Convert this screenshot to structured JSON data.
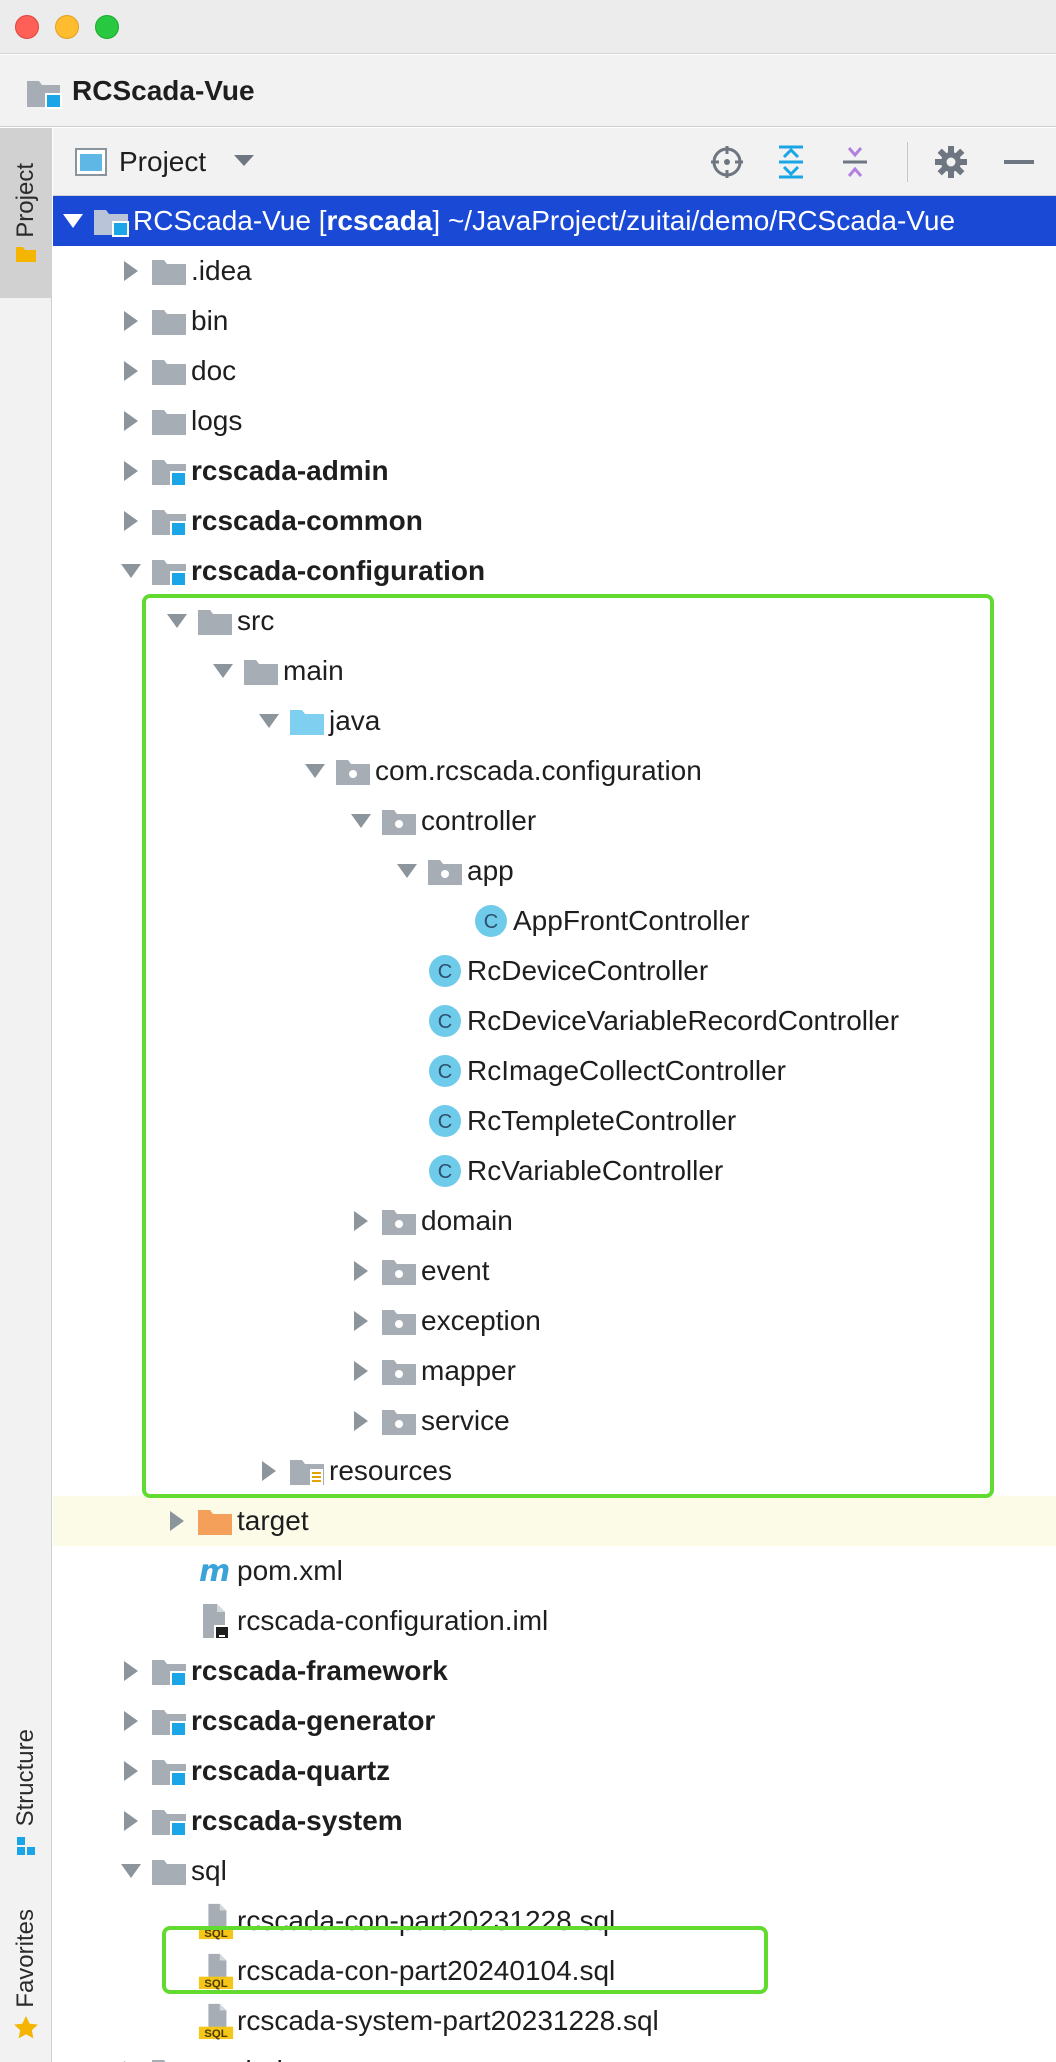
{
  "window": {
    "project_name": "RCScada-Vue"
  },
  "left_strip": {
    "project_tab": "Project",
    "structure_tab": "Structure",
    "favorites_tab": "Favorites"
  },
  "tool_window": {
    "view_title": "Project",
    "tools": [
      "select-opened-file",
      "expand-all",
      "collapse-all",
      "settings",
      "hide"
    ]
  },
  "colors": {
    "selection": "#1a49d6",
    "highlight": "#62db31",
    "folder": "#a6adb4",
    "source_folder": "#7fcff0",
    "excluded_folder": "#f5a05a",
    "class_icon": "#6fcbea"
  },
  "tree": {
    "root": {
      "name": "RCScada-Vue",
      "module": "rcscada",
      "path": "~/JavaProject/zuitai/demo/RCScada-Vue"
    },
    "items": [
      {
        "label": "",
        "level": 0,
        "toggle": "open",
        "icon": "module",
        "selected": true
      },
      {
        "label": ".idea",
        "level": 1,
        "toggle": "closed",
        "icon": "folder"
      },
      {
        "label": "bin",
        "level": 1,
        "toggle": "closed",
        "icon": "folder"
      },
      {
        "label": "doc",
        "level": 1,
        "toggle": "closed",
        "icon": "folder"
      },
      {
        "label": "logs",
        "level": 1,
        "toggle": "closed",
        "icon": "folder"
      },
      {
        "label": "rcscada-admin",
        "level": 1,
        "toggle": "closed",
        "icon": "module",
        "bold": true
      },
      {
        "label": "rcscada-common",
        "level": 1,
        "toggle": "closed",
        "icon": "module",
        "bold": true
      },
      {
        "label": "rcscada-configuration",
        "level": 1,
        "toggle": "open",
        "icon": "module",
        "bold": true
      },
      {
        "label": "src",
        "level": 2,
        "toggle": "open",
        "icon": "folder"
      },
      {
        "label": "main",
        "level": 3,
        "toggle": "open",
        "icon": "folder"
      },
      {
        "label": "java",
        "level": 4,
        "toggle": "open",
        "icon": "source"
      },
      {
        "label": "com.rcscada.configuration",
        "level": 5,
        "toggle": "open",
        "icon": "package"
      },
      {
        "label": "controller",
        "level": 6,
        "toggle": "open",
        "icon": "package"
      },
      {
        "label": "app",
        "level": 7,
        "toggle": "open",
        "icon": "package"
      },
      {
        "label": "AppFrontController",
        "level": 8,
        "toggle": "none",
        "icon": "class"
      },
      {
        "label": "RcDeviceController",
        "level": 7,
        "toggle": "none",
        "icon": "class"
      },
      {
        "label": "RcDeviceVariableRecordController",
        "level": 7,
        "toggle": "none",
        "icon": "class"
      },
      {
        "label": "RcImageCollectController",
        "level": 7,
        "toggle": "none",
        "icon": "class"
      },
      {
        "label": "RcTempleteController",
        "level": 7,
        "toggle": "none",
        "icon": "class"
      },
      {
        "label": "RcVariableController",
        "level": 7,
        "toggle": "none",
        "icon": "class"
      },
      {
        "label": "domain",
        "level": 6,
        "toggle": "closed",
        "icon": "package"
      },
      {
        "label": "event",
        "level": 6,
        "toggle": "closed",
        "icon": "package"
      },
      {
        "label": "exception",
        "level": 6,
        "toggle": "closed",
        "icon": "package"
      },
      {
        "label": "mapper",
        "level": 6,
        "toggle": "closed",
        "icon": "package"
      },
      {
        "label": "service",
        "level": 6,
        "toggle": "closed",
        "icon": "package"
      },
      {
        "label": "resources",
        "level": 4,
        "toggle": "closed",
        "icon": "resources"
      },
      {
        "label": "target",
        "level": 2,
        "toggle": "closed",
        "icon": "excluded",
        "excluded": true
      },
      {
        "label": "pom.xml",
        "level": 2,
        "toggle": "none",
        "icon": "maven"
      },
      {
        "label": "rcscada-configuration.iml",
        "level": 2,
        "toggle": "none",
        "icon": "iml"
      },
      {
        "label": "rcscada-framework",
        "level": 1,
        "toggle": "closed",
        "icon": "module",
        "bold": true
      },
      {
        "label": "rcscada-generator",
        "level": 1,
        "toggle": "closed",
        "icon": "module",
        "bold": true
      },
      {
        "label": "rcscada-quartz",
        "level": 1,
        "toggle": "closed",
        "icon": "module",
        "bold": true
      },
      {
        "label": "rcscada-system",
        "level": 1,
        "toggle": "closed",
        "icon": "module",
        "bold": true
      },
      {
        "label": "sql",
        "level": 1,
        "toggle": "open",
        "icon": "folder"
      },
      {
        "label": "rcscada-con-part20231228.sql",
        "level": 2,
        "toggle": "none",
        "icon": "sql"
      },
      {
        "label": "rcscada-con-part20240104.sql",
        "level": 2,
        "toggle": "none",
        "icon": "sql"
      },
      {
        "label": "rcscada-system-part20231228.sql",
        "level": 2,
        "toggle": "none",
        "icon": "sql"
      },
      {
        "label": "ruoyi-ui",
        "level": 1,
        "toggle": "closed",
        "icon": "folder"
      }
    ]
  }
}
